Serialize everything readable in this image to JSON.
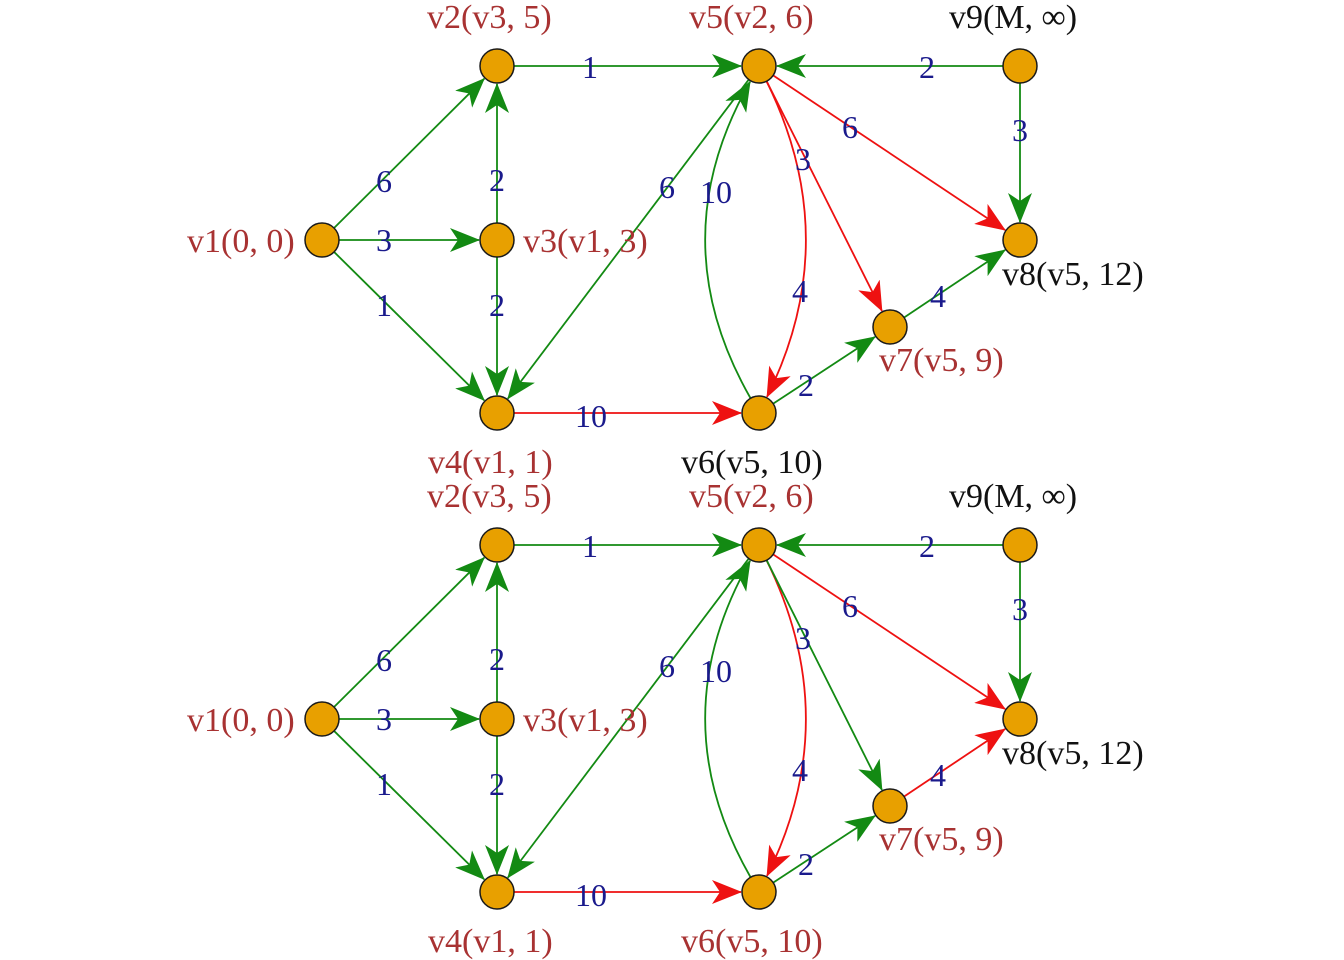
{
  "colors": {
    "node_fill": "#e8a000",
    "node_stroke": "#1a1a1a",
    "edge_default": "#138a13",
    "edge_highlight": "#ee1111",
    "label_visited": "#a83232",
    "label_plain": "#111111",
    "weight_label": "#1a1a8c"
  },
  "panels": [
    {
      "name": "top",
      "nodes": [
        {
          "id": "v1",
          "label": "v1(0, 0)",
          "label_color": "visited"
        },
        {
          "id": "v2",
          "label": "v2(v3, 5)",
          "label_color": "visited"
        },
        {
          "id": "v3",
          "label": "v3(v1, 3)",
          "label_color": "visited"
        },
        {
          "id": "v4",
          "label": "v4(v1, 1)",
          "label_color": "visited"
        },
        {
          "id": "v5",
          "label": "v5(v2, 6)",
          "label_color": "visited"
        },
        {
          "id": "v6",
          "label": "v6(v5, 10)",
          "label_color": "plain"
        },
        {
          "id": "v7",
          "label": "v7(v5, 9)",
          "label_color": "visited"
        },
        {
          "id": "v8",
          "label": "v8(v5, 12)",
          "label_color": "plain"
        },
        {
          "id": "v9",
          "label": "v9(M, ∞)",
          "label_color": "plain"
        }
      ],
      "edges": [
        {
          "from": "v1",
          "to": "v2",
          "weight": "6",
          "color": "default"
        },
        {
          "from": "v1",
          "to": "v3",
          "weight": "3",
          "color": "default"
        },
        {
          "from": "v1",
          "to": "v4",
          "weight": "1",
          "color": "default"
        },
        {
          "from": "v3",
          "to": "v2",
          "weight": "2",
          "color": "default"
        },
        {
          "from": "v3",
          "to": "v4",
          "weight": "2",
          "color": "default"
        },
        {
          "from": "v2",
          "to": "v5",
          "weight": "1",
          "color": "default"
        },
        {
          "from": "v5",
          "to": "v4",
          "weight": "6",
          "color": "default"
        },
        {
          "from": "v4",
          "to": "v6",
          "weight": "10",
          "color": "highlight"
        },
        {
          "from": "v6",
          "to": "v5",
          "weight": "10",
          "color": "default"
        },
        {
          "from": "v5",
          "to": "v6",
          "weight": "4",
          "color": "highlight"
        },
        {
          "from": "v5",
          "to": "v7",
          "weight": "3",
          "color": "highlight"
        },
        {
          "from": "v5",
          "to": "v8",
          "weight": "6",
          "color": "highlight"
        },
        {
          "from": "v9",
          "to": "v5",
          "weight": "2",
          "color": "default"
        },
        {
          "from": "v9",
          "to": "v8",
          "weight": "3",
          "color": "default"
        },
        {
          "from": "v6",
          "to": "v7",
          "weight": "2",
          "color": "default"
        },
        {
          "from": "v7",
          "to": "v8",
          "weight": "4",
          "color": "default"
        }
      ]
    },
    {
      "name": "bottom",
      "nodes": [
        {
          "id": "v1",
          "label": "v1(0, 0)",
          "label_color": "visited"
        },
        {
          "id": "v2",
          "label": "v2(v3, 5)",
          "label_color": "visited"
        },
        {
          "id": "v3",
          "label": "v3(v1, 3)",
          "label_color": "visited"
        },
        {
          "id": "v4",
          "label": "v4(v1, 1)",
          "label_color": "visited"
        },
        {
          "id": "v5",
          "label": "v5(v2, 6)",
          "label_color": "visited"
        },
        {
          "id": "v6",
          "label": "v6(v5, 10)",
          "label_color": "visited"
        },
        {
          "id": "v7",
          "label": "v7(v5, 9)",
          "label_color": "visited"
        },
        {
          "id": "v8",
          "label": "v8(v5, 12)",
          "label_color": "plain"
        },
        {
          "id": "v9",
          "label": "v9(M, ∞)",
          "label_color": "plain"
        }
      ],
      "edges": [
        {
          "from": "v1",
          "to": "v2",
          "weight": "6",
          "color": "default"
        },
        {
          "from": "v1",
          "to": "v3",
          "weight": "3",
          "color": "default"
        },
        {
          "from": "v1",
          "to": "v4",
          "weight": "1",
          "color": "default"
        },
        {
          "from": "v3",
          "to": "v2",
          "weight": "2",
          "color": "default"
        },
        {
          "from": "v3",
          "to": "v4",
          "weight": "2",
          "color": "default"
        },
        {
          "from": "v2",
          "to": "v5",
          "weight": "1",
          "color": "default"
        },
        {
          "from": "v5",
          "to": "v4",
          "weight": "6",
          "color": "default"
        },
        {
          "from": "v4",
          "to": "v6",
          "weight": "10",
          "color": "highlight"
        },
        {
          "from": "v6",
          "to": "v5",
          "weight": "10",
          "color": "default"
        },
        {
          "from": "v5",
          "to": "v6",
          "weight": "4",
          "color": "highlight"
        },
        {
          "from": "v5",
          "to": "v7",
          "weight": "3",
          "color": "default"
        },
        {
          "from": "v5",
          "to": "v8",
          "weight": "6",
          "color": "highlight"
        },
        {
          "from": "v9",
          "to": "v5",
          "weight": "2",
          "color": "default"
        },
        {
          "from": "v9",
          "to": "v8",
          "weight": "3",
          "color": "default"
        },
        {
          "from": "v6",
          "to": "v7",
          "weight": "2",
          "color": "default"
        },
        {
          "from": "v7",
          "to": "v8",
          "weight": "4",
          "color": "highlight"
        }
      ]
    }
  ]
}
